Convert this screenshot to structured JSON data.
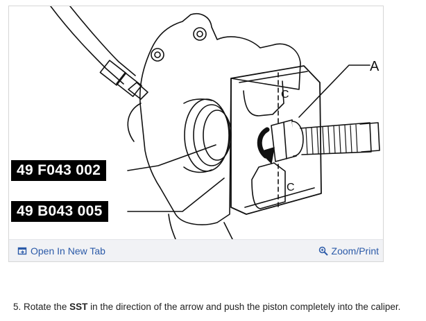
{
  "figure": {
    "callouts": [
      "49 F043 002",
      "49 B043 005"
    ],
    "label_a": "A"
  },
  "toolbar": {
    "open_label": "Open In New Tab",
    "zoom_label": "Zoom/Print",
    "open_icon": "open-new-tab-icon",
    "zoom_icon": "magnifier-icon",
    "link_color": "#2b5aa8"
  },
  "step": {
    "number": "5.",
    "before": "Rotate the",
    "bold": "SST",
    "after": "in the direction of the arrow and push the piston completely into the caliper."
  }
}
